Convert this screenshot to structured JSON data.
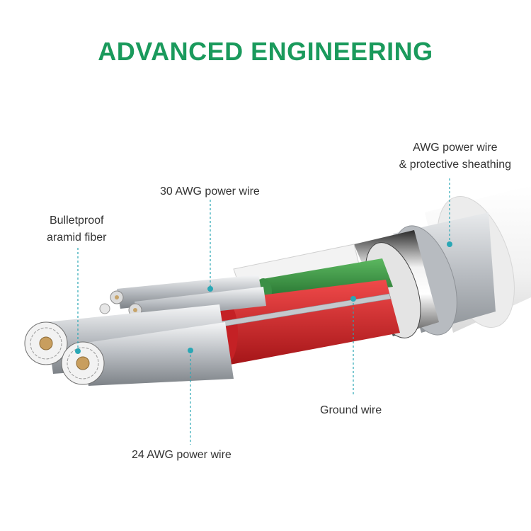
{
  "title": "ADVANCED ENGINEERING",
  "labels": {
    "awg_sheath_line1": "AWG power wire",
    "awg_sheath_line2": "& protective sheathing",
    "awg30": "30 AWG power wire",
    "bulletproof_line1": "Bulletproof",
    "bulletproof_line2": "aramid fiber",
    "ground": "Ground wire",
    "awg24": "24 AWG power wire"
  },
  "colors": {
    "title": "#1a9a5c",
    "leader": "#2aa7b5",
    "green_insulation": "#2f8a3c",
    "red_insulation": "#d8282c",
    "jacket": "#f4f4f4",
    "braid": "#c9ccd0",
    "strands": "#cfd3d8"
  }
}
